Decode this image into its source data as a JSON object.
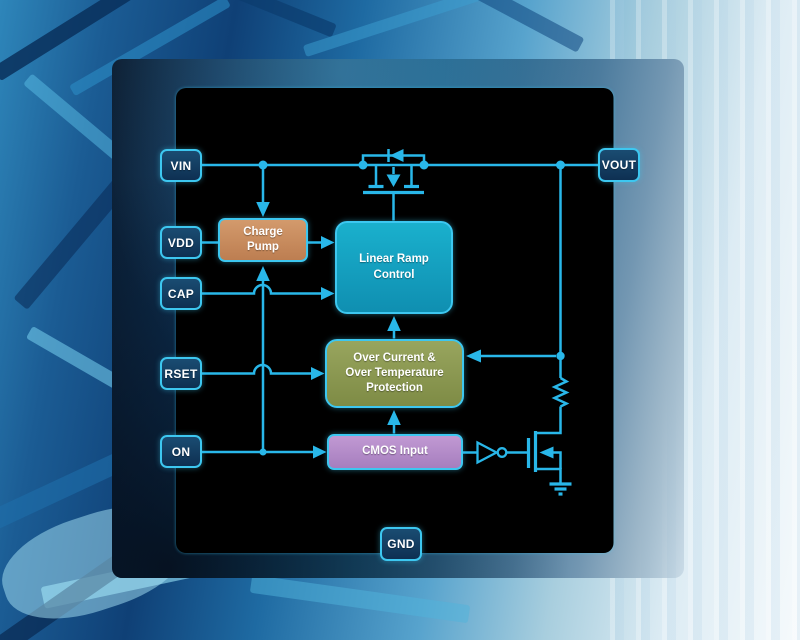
{
  "diagram": {
    "pins": {
      "vin": "VIN",
      "vdd": "VDD",
      "cap": "CAP",
      "rset": "RSET",
      "on": "ON",
      "vout": "VOUT",
      "gnd": "GND"
    },
    "blocks": {
      "charge_pump": {
        "lines": [
          "Charge",
          "Pump"
        ],
        "color": "#c88c5f"
      },
      "linear_ramp": {
        "lines": [
          "Linear Ramp",
          "Control"
        ],
        "color": "#14a4c1"
      },
      "protection": {
        "lines": [
          "Over Current &",
          "Over Temperature",
          "Protection"
        ],
        "color": "#8d9b52"
      },
      "cmos_input": {
        "lines": [
          "CMOS Input"
        ],
        "color": "#b68fc9"
      }
    },
    "symbols": [
      "pass-fet-with-body-diode-icon",
      "resistor-icon",
      "discharge-fet-icon",
      "inverter-icon",
      "ground-icon",
      "junction-dot-icon"
    ],
    "colors": {
      "wire": "#29b7e9",
      "block_border": "#3dc7f0",
      "pin_fill": "#113a5e",
      "panel_dark": "#0c2038",
      "text": "#ffffff"
    }
  }
}
